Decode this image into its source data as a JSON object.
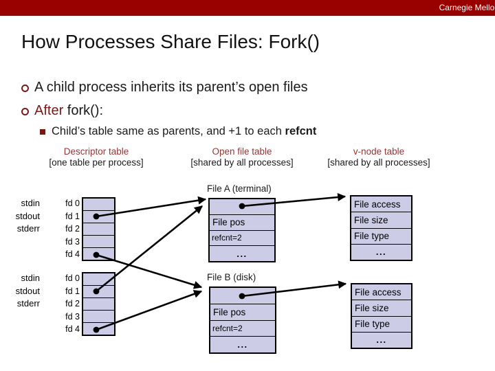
{
  "banner": {
    "brand": "Carnegie Mellon"
  },
  "title": "How Processes Share Files: Fork()",
  "bullets": {
    "b1": "A child process inherits its parent’s open files",
    "b2_accent": "After",
    "b2_rest": " fork():",
    "sub_text": "Child’s table same as parents, and +1 to each ",
    "sub_bold": "refcnt"
  },
  "columns": [
    {
      "title": "Descriptor table",
      "subtitle": "[one table per process]"
    },
    {
      "title": "Open file table",
      "subtitle": "[shared by all processes]"
    },
    {
      "title": "v-node table",
      "subtitle": "[shared by all processes]"
    }
  ],
  "parent_process": {
    "std_labels": [
      "stdin",
      "stdout",
      "stderr"
    ],
    "fd_labels": [
      "fd 0",
      "fd 1",
      "fd 2",
      "fd 3",
      "fd 4"
    ]
  },
  "child_process": {
    "std_labels": [
      "stdin",
      "stdout",
      "stderr"
    ],
    "fd_labels": [
      "fd 0",
      "fd 1",
      "fd 2",
      "fd 3",
      "fd 4"
    ]
  },
  "file_a": {
    "label": "File A (terminal)",
    "pos": "File pos",
    "refcnt": "refcnt=2",
    "more": "..."
  },
  "file_b": {
    "label": "File B (disk)",
    "pos": "File pos",
    "refcnt": "refcnt=2",
    "more": "..."
  },
  "vnode_a": {
    "rows": [
      "File access",
      "File size",
      "File type",
      "..."
    ]
  },
  "vnode_b": {
    "rows": [
      "File access",
      "File size",
      "File type",
      "..."
    ]
  },
  "colors": {
    "banner_bg": "#990000",
    "heading_maroon": "#943634",
    "accent_maroon": "#7C1717",
    "cell_fill": "#CCCCE6",
    "diagram_line": "#000000"
  }
}
